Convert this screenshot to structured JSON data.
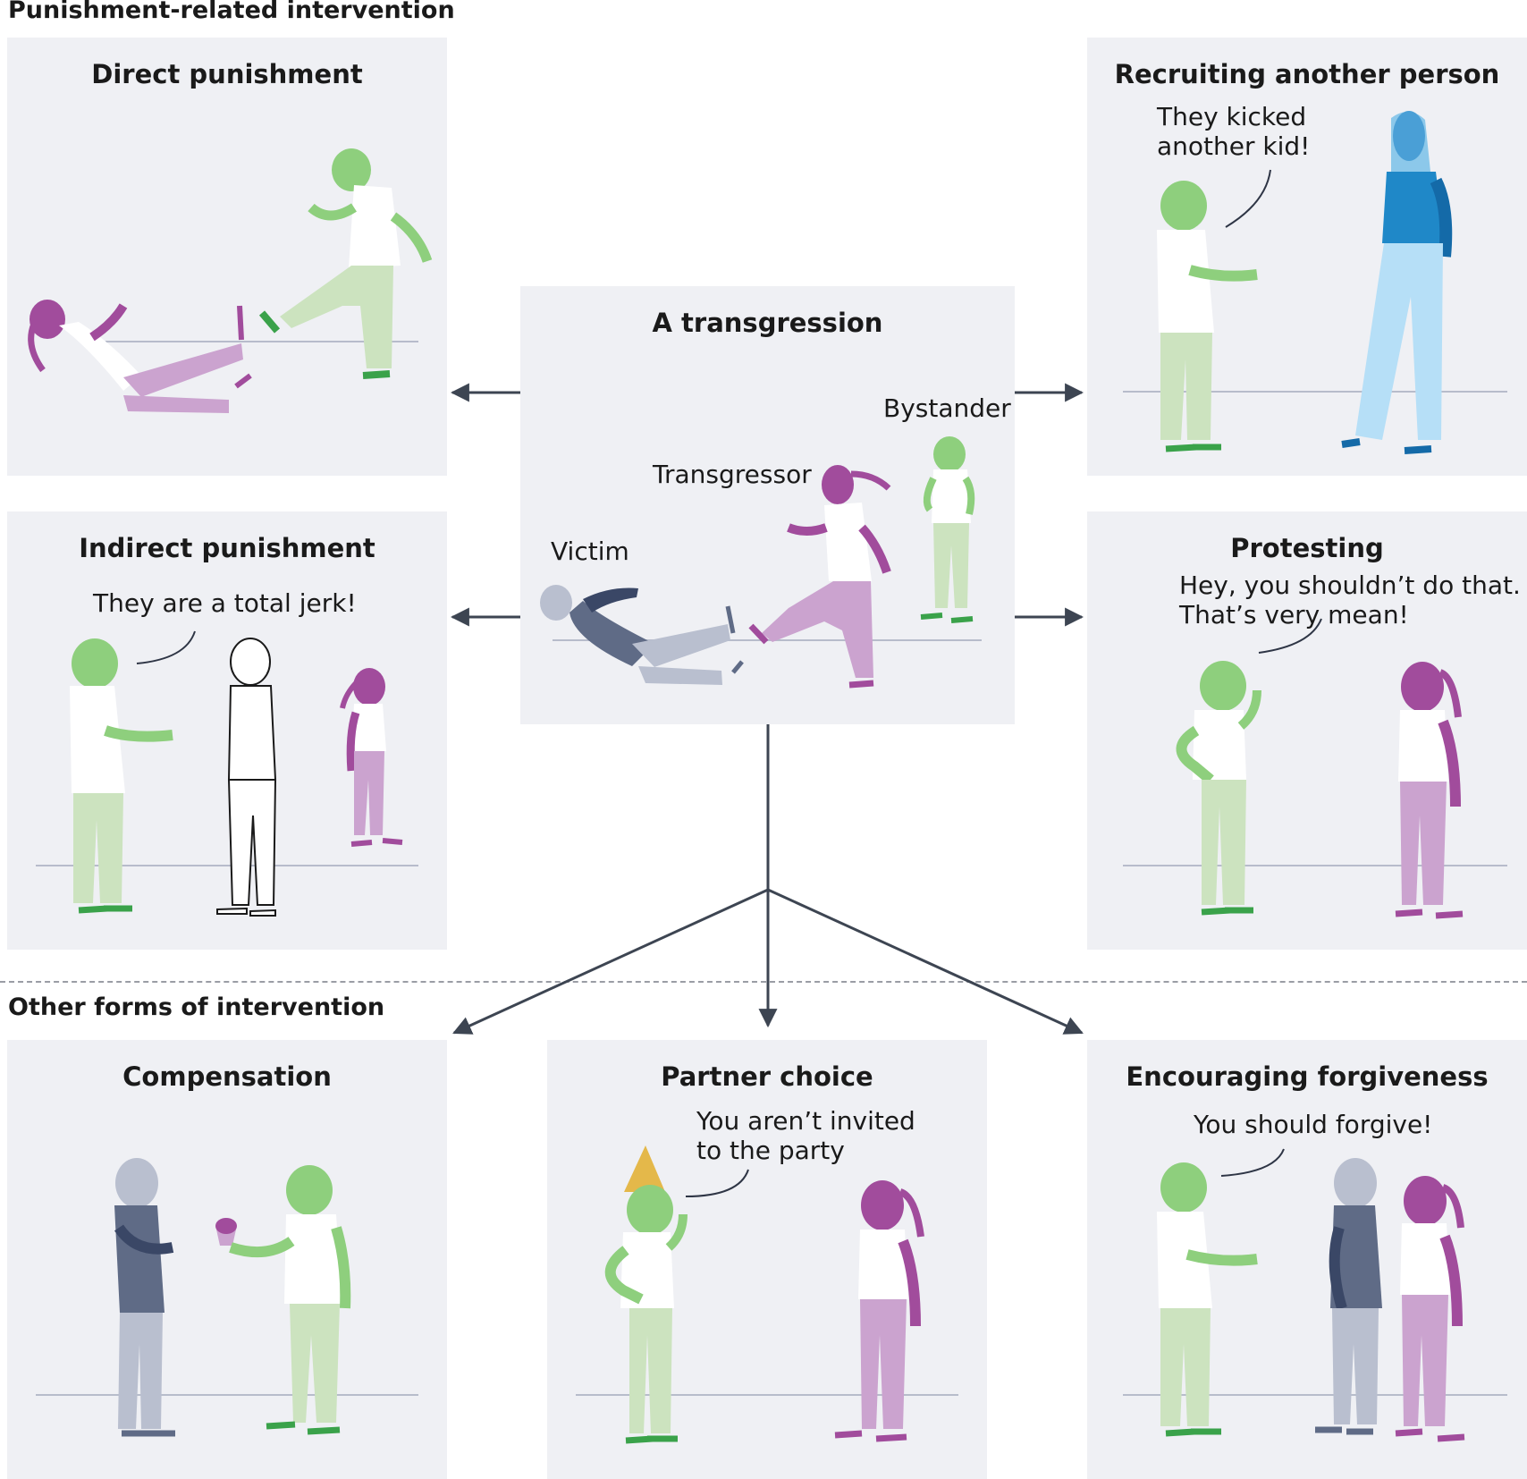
{
  "sections": {
    "punishment": "Punishment-related intervention",
    "other": "Other forms of intervention"
  },
  "center": {
    "title": "A transgression",
    "roles": {
      "bystander": "Bystander",
      "transgressor": "Transgressor",
      "victim": "Victim"
    }
  },
  "panels": {
    "direct": {
      "title": "Direct punishment"
    },
    "recruiting": {
      "title": "Recruiting another person",
      "speech": "They kicked\nanother kid!"
    },
    "indirect": {
      "title": "Indirect punishment",
      "speech": "They are a total jerk!"
    },
    "protesting": {
      "title": "Protesting",
      "speech": "Hey, you shouldn’t do that.\nThat’s very mean!"
    },
    "compensation": {
      "title": "Compensation"
    },
    "partner": {
      "title": "Partner choice",
      "speech": "You aren’t invited\nto the party"
    },
    "forgiveness": {
      "title": "Encouraging forgiveness",
      "speech": "You should forgive!"
    }
  },
  "colors": {
    "panel_bg": "#eff0f4",
    "bystander_green": "#8ecf7d",
    "bystander_pants": "#cce3bf",
    "transgressor_purple": "#a14c9c",
    "transgressor_pants": "#cba3cf",
    "victim_grey": "#5f6b86",
    "victim_pants": "#b9bfcf",
    "adult_blue": "#1f88c8",
    "adult_light_blue": "#b6dff7",
    "arrow": "#3d4552"
  }
}
